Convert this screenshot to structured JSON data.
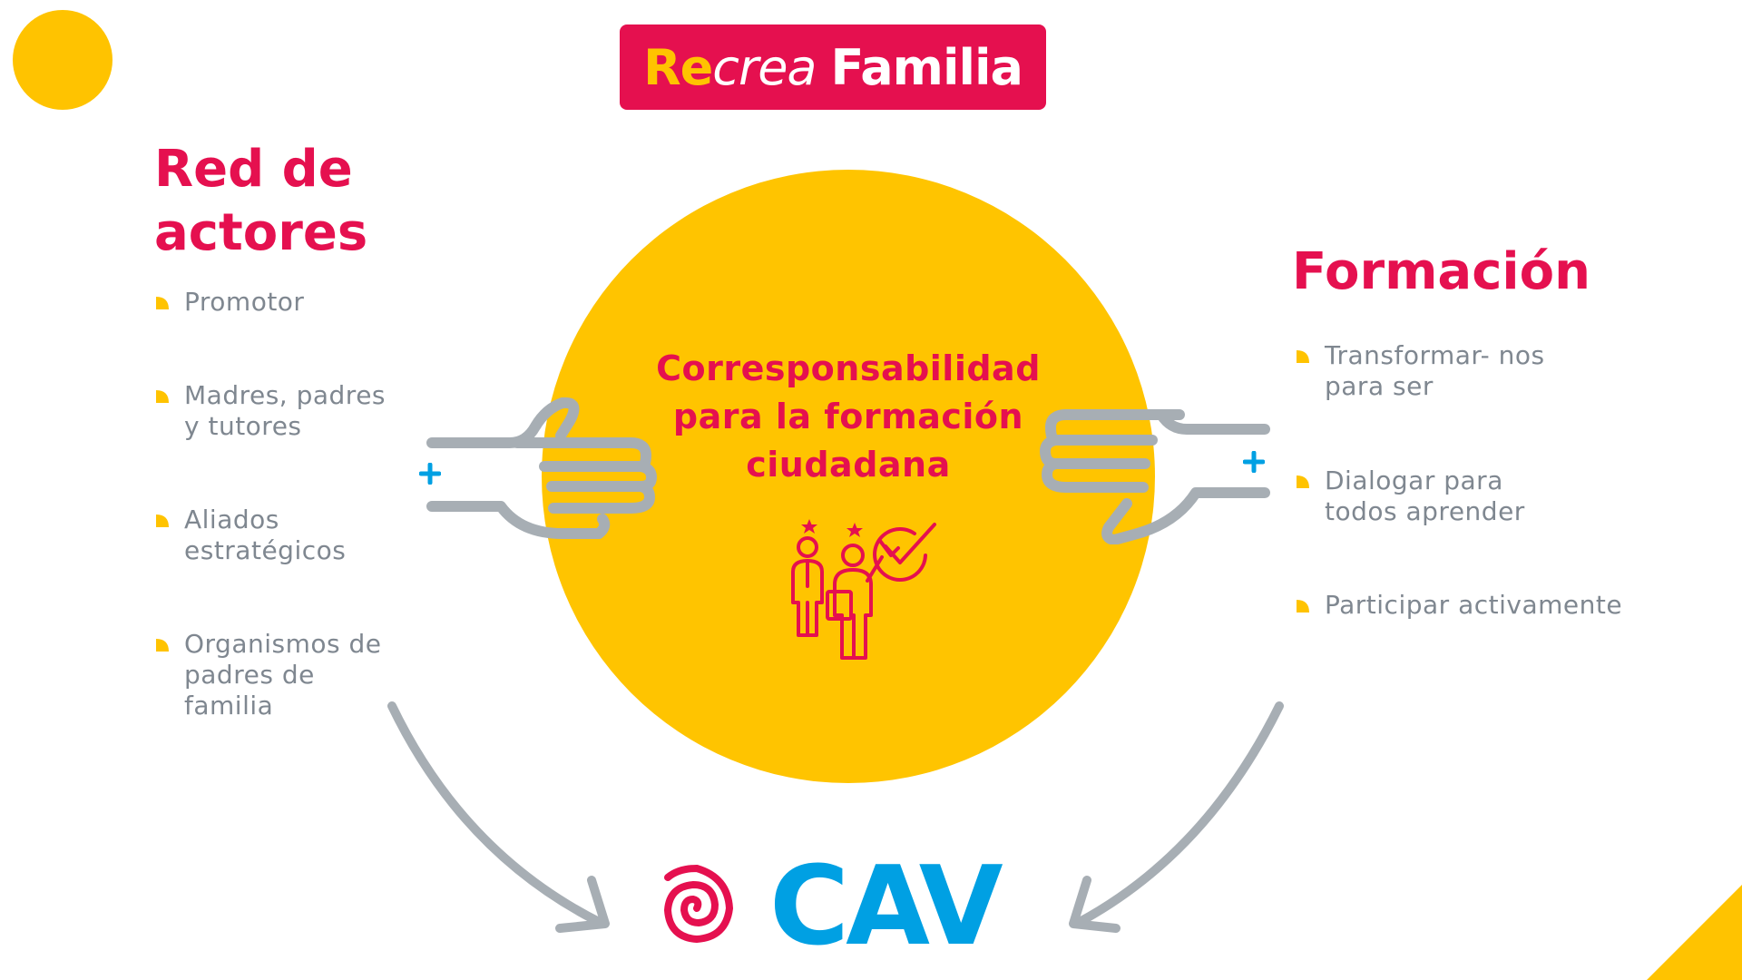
{
  "badge": {
    "re": "Re",
    "crea": "crea",
    "familia": "Familia"
  },
  "left_section": {
    "heading_line1": "Red de",
    "heading_line2": "actores",
    "items": [
      {
        "line1": "Promotor",
        "line2": "",
        "line3": ""
      },
      {
        "line1": "Madres, padres",
        "line2": "y tutores",
        "line3": ""
      },
      {
        "line1": "Aliados",
        "line2": "estratégicos",
        "line3": ""
      },
      {
        "line1": "Organismos de",
        "line2": "padres de",
        "line3": "familia"
      }
    ]
  },
  "right_section": {
    "heading": "Formación",
    "items": [
      {
        "line1": "Transformar- nos",
        "line2": "para ser"
      },
      {
        "line1": "Dialogar para",
        "line2": "todos aprender"
      },
      {
        "line1": "Participar activamente",
        "line2": ""
      }
    ]
  },
  "center": {
    "line1": "Corresponsabilidad",
    "line2": "para la formación",
    "line3": "ciudadana"
  },
  "footer": {
    "logo_text": "CAV"
  },
  "icons": {
    "hand_left": "hand-pointing-right-icon",
    "hand_right": "hand-pointing-left-icon",
    "plus": "plus-icon",
    "people_check": "people-checkmark-icon",
    "spiral": "spiral-logo-icon",
    "arrow": "curved-arrow-icon",
    "bullet": "triangle-bullet-icon"
  },
  "colors": {
    "brand_red": "#E5104F",
    "brand_yellow": "#FFC400",
    "brand_blue": "#00A0E3",
    "text_gray": "#7F8790",
    "arrow_gray": "#A7AEB4"
  }
}
